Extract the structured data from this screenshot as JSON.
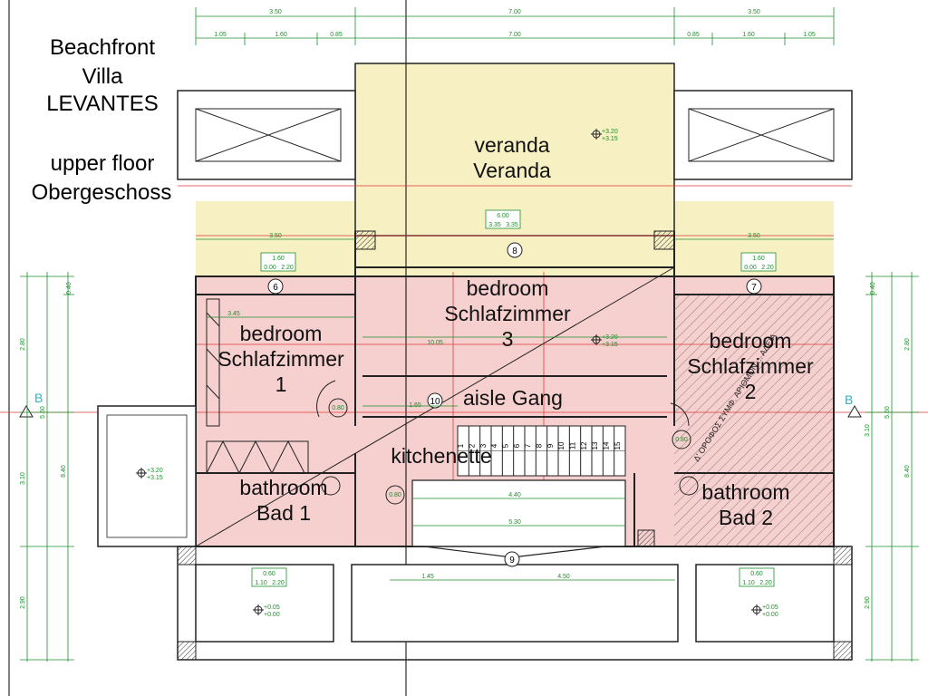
{
  "title": {
    "line1": "Beachfront",
    "line2": "Villa",
    "line3": "LEVANTES",
    "line4": "upper floor",
    "line5": "Obergeschoss"
  },
  "rooms": {
    "veranda": {
      "line1": "veranda",
      "line2": "Veranda"
    },
    "bedroom3": {
      "line1": "bedroom",
      "line2": "Schlafzimmer",
      "line3": "3"
    },
    "bedroom1": {
      "line1": "bedroom",
      "line2": "Schlafzimmer",
      "line3": "1"
    },
    "bedroom2": {
      "line1": "bedroom",
      "line2": "Schlafzimmer",
      "line3": "2"
    },
    "aisle": "aisle Gang",
    "kitchenette": "kitchenette",
    "bathroom1": {
      "line1": "bathroom",
      "line2": "Bad 1"
    },
    "bathroom2": {
      "line1": "bathroom",
      "line2": "Bad 2"
    }
  },
  "dimensions": {
    "top_row1": [
      "3.50",
      "7.00",
      "3.50"
    ],
    "top_row2": [
      "1.05",
      "1.60",
      "0.85",
      "7.00",
      "0.85",
      "1.60",
      "1.05"
    ],
    "veranda_left": "3.50",
    "veranda_right": "3.50",
    "veranda_width": "6.00",
    "veranda_sub": [
      "3.35",
      "3.35"
    ],
    "left_box": "1.60",
    "left_box_sub": [
      "0.00",
      "2.20"
    ],
    "right_box": "1.60",
    "right_box_sub": [
      "0.00",
      "2.20"
    ],
    "bed1_width": "3.45",
    "bed3_width": "10.05",
    "corridor": "1.65",
    "kitchen_w": "4.40",
    "kitchen_w2": "5.30",
    "bottom_w1": "1.45",
    "bottom_w2": "4.50",
    "left_vert": [
      "0.40",
      "2.80",
      "5.60",
      "3.10",
      "8.40",
      "2.90"
    ],
    "right_vert": [
      "0.40",
      "2.80",
      "5.60",
      "3.10",
      "8.40",
      "2.90"
    ],
    "bottom_left_box": "0.60",
    "bottom_left_sub": [
      "1.10",
      "2.20"
    ],
    "bottom_right_box": "0.60",
    "bottom_right_sub": [
      "1.10",
      "2.20"
    ],
    "door_labels": [
      "0.80",
      "0.80",
      "0.80"
    ]
  },
  "levels": {
    "veranda": [
      "+3.20",
      "+3.15"
    ],
    "bedroom3": [
      "+3.20",
      "+3.15"
    ],
    "left_balcony": [
      "+3.20",
      "+3.15"
    ],
    "bottom_left": [
      "+0.05",
      "+0.00"
    ],
    "bottom_right": [
      "+0.05",
      "+0.00"
    ]
  },
  "axes": [
    "8",
    "6",
    "7",
    "10",
    "9"
  ],
  "section": {
    "left": "B",
    "right": "B"
  },
  "stairs": [
    "1",
    "2",
    "3",
    "4",
    "5",
    "6",
    "7",
    "8",
    "9",
    "10",
    "11",
    "12",
    "13",
    "14",
    "15"
  ],
  "greek_note": "Δ' ΟΡΟΦΟΣ ΣΥΜΦ. ΑΡΙΘΜΟΝ ... ΑΔΕΙΑ",
  "colors": {
    "veranda": "#f7f0c2",
    "rooms": "#f6cfcf",
    "wall": "#222222",
    "dim": "#1c8f2a",
    "red_line": "#e03a3a",
    "section": "#2bb3c4"
  }
}
